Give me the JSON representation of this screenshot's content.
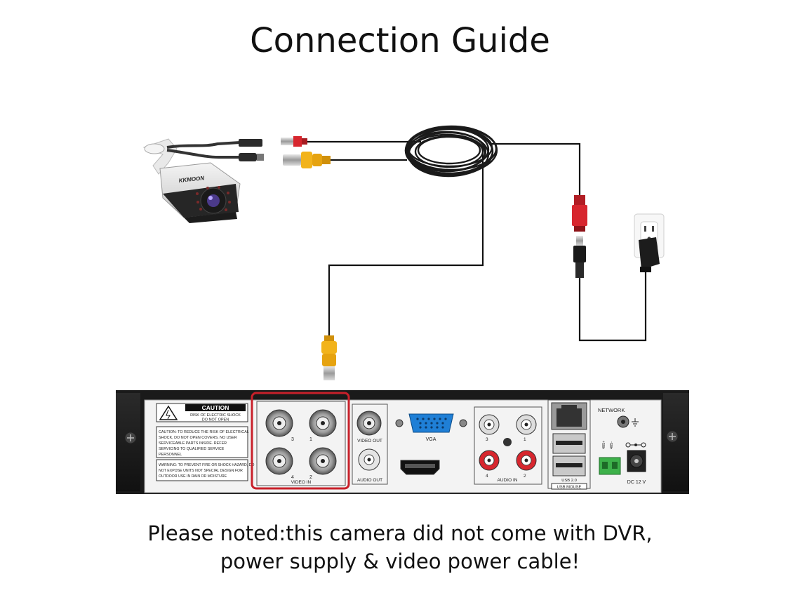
{
  "title": "Connection Guide",
  "note": {
    "line1": "Please noted:this camera did not come with DVR,",
    "line2": "power supply & video power cable!"
  },
  "camera": {
    "brand": "KKMOON"
  },
  "dvr": {
    "caution_title": "CAUTION",
    "caution_sub1": "RISK OF ELECTRIC SHOCK",
    "caution_sub2": "DO NOT OPEN",
    "caution_text": [
      "CAUTION: TO REDUCE THE RISK OF ELECTRICAL",
      "SHOCK, DO NOT OPEN COVERS. NO USER",
      "SERVICEABLE PARTS INSIDE. REFER",
      "SERVICING TO QUALIFIED SERVICE",
      "PERSONNEL"
    ],
    "warning_text": [
      "WARNING: TO PREVENT FIRE OR SHOCK HAZARD, DO",
      "NOT EXPOSE UNITS NOT SPECIAL DESIGN FOR",
      "OUTDOOR USE IN RAIN OR MOISTURE"
    ],
    "video_in_label": "VIDEO IN",
    "video_in_numbers": [
      "3",
      "1",
      "4",
      "2"
    ],
    "video_out_label": "VIDEO OUT",
    "audio_out_label": "AUDIO OUT",
    "vga_label": "VGA",
    "audio_in_label": "AUDIO IN",
    "audio_in_numbers": [
      "3",
      "1",
      "4",
      "2"
    ],
    "usb_label1": "USB 2.0",
    "usb_label2": "USB MOUSE",
    "network_label": "NETWORK",
    "rs485_label1": "485+",
    "rs485_label2": "485-",
    "dc_label": "DC 12 V"
  },
  "colors": {
    "highlight": "#c8202a",
    "vga_blue": "#1f7fd6",
    "bnc_yellow": "#f2b31b",
    "dc_red": "#d7262e",
    "wire": "#111111"
  }
}
